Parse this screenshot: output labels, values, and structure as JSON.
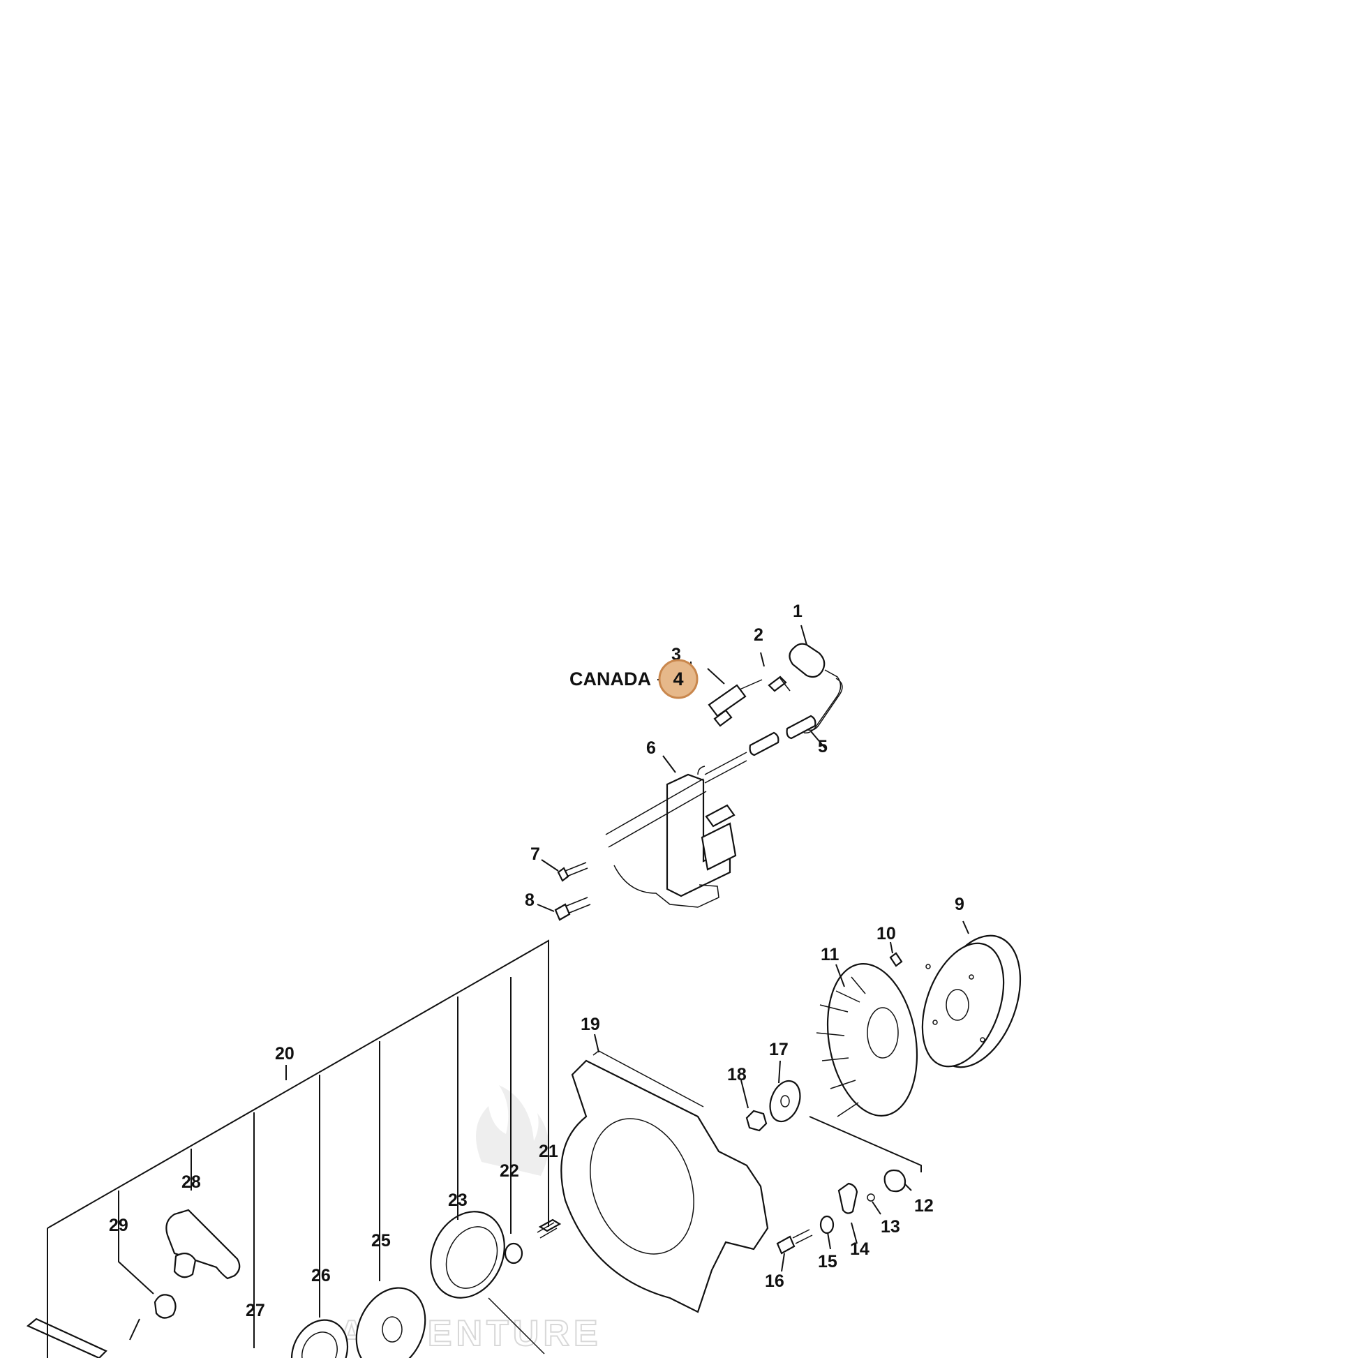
{
  "diagram": {
    "region_note": "CANADA",
    "highlighted_callout": "4",
    "watermark": "ADVENTURE",
    "highlight_color": "#e6b88a",
    "callouts": [
      "1",
      "2",
      "3",
      "5",
      "6",
      "7",
      "8",
      "9",
      "10",
      "11",
      "12",
      "13",
      "14",
      "15",
      "16",
      "17",
      "18",
      "19",
      "20",
      "21",
      "22",
      "23",
      "25",
      "26",
      "27",
      "28",
      "29"
    ]
  }
}
